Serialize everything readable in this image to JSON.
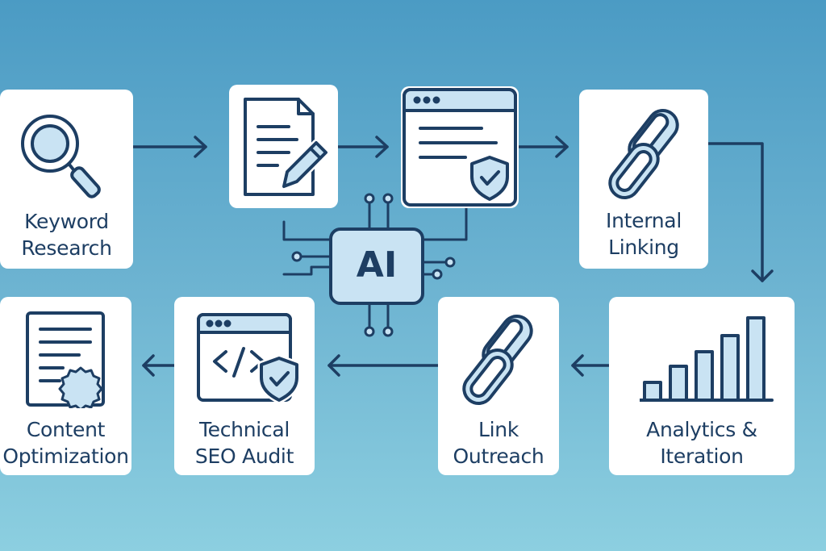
{
  "colors": {
    "ink": "#1d3e63",
    "accent": "#c9e3f3",
    "card": "#ffffff"
  },
  "center": {
    "label": "AI",
    "icon": "ai-chip-icon"
  },
  "steps": [
    {
      "id": "keyword-research",
      "line1": "Keyword",
      "line2": "Research",
      "icon": "magnifying-glass-icon"
    },
    {
      "id": "content-writing",
      "icon": "document-pencil-icon"
    },
    {
      "id": "page-security",
      "icon": "browser-shield-icon"
    },
    {
      "id": "internal-linking",
      "line1": "Internal",
      "line2": "Linking",
      "icon": "chain-link-icon"
    },
    {
      "id": "analytics-iteration",
      "line1": "Analytics &",
      "line2": "Iteration",
      "icon": "bar-chart-icon"
    },
    {
      "id": "link-outreach",
      "line1": "Link",
      "line2": "Outreach",
      "icon": "chain-link-icon"
    },
    {
      "id": "technical-seo-audit",
      "line1": "Technical",
      "line2": "SEO Audit",
      "icon": "code-browser-shield-icon"
    },
    {
      "id": "content-optimization",
      "line1": "Content",
      "line2": "Optimization",
      "icon": "document-badge-icon"
    }
  ]
}
